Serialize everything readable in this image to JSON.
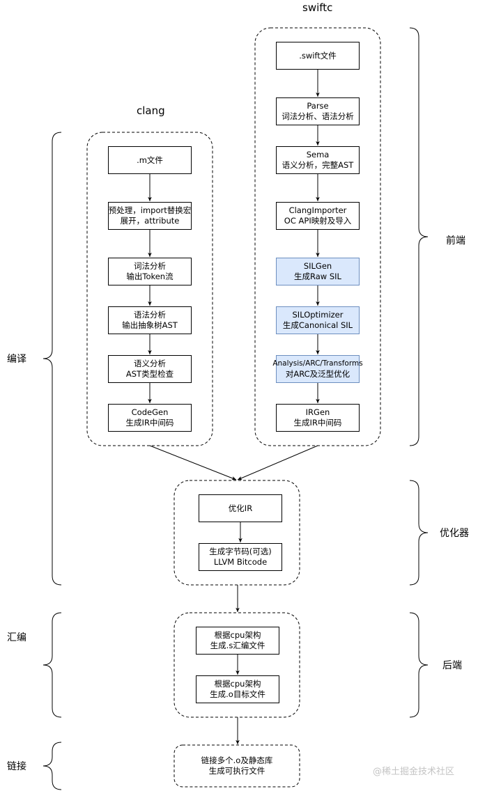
{
  "groups": {
    "clang": "clang",
    "swiftc": "swiftc"
  },
  "clang_nodes": [
    {
      "line1": ".m文件",
      "line2": ""
    },
    {
      "line1": "预处理，import替换宏",
      "line2": "展开，attribute"
    },
    {
      "line1": "词法分析",
      "line2": "输出Token流"
    },
    {
      "line1": "语法分析",
      "line2": "输出抽象树AST"
    },
    {
      "line1": "语义分析",
      "line2": "AST类型检查"
    },
    {
      "line1": "CodeGen",
      "line2": "生成IR中间码"
    }
  ],
  "swift_nodes": [
    {
      "line1": ".swift文件",
      "line2": ""
    },
    {
      "line1": "Parse",
      "line2": "词法分析、语法分析"
    },
    {
      "line1": "Sema",
      "line2": "语义分析，完整AST"
    },
    {
      "line1": "ClangImporter",
      "line2": "OC API映射及导入"
    },
    {
      "line1": "SILGen",
      "line2": "生成Raw SIL"
    },
    {
      "line1": "SILOptimizer",
      "line2": "生成Canonical SIL"
    },
    {
      "line1": "Analysis/ARC/Transforms",
      "line2": "对ARC及泛型优化"
    },
    {
      "line1": "IRGen",
      "line2": "生成IR中间码"
    }
  ],
  "optimizer_nodes": [
    {
      "line1": "优化IR",
      "line2": ""
    },
    {
      "line1": "生成字节码(可选)",
      "line2": "LLVM Bitcode"
    }
  ],
  "backend_nodes": [
    {
      "line1": "根据cpu架构",
      "line2": "生成.s汇编文件"
    },
    {
      "line1": "根据cpu架构",
      "line2": "生成.o目标文件"
    }
  ],
  "link_node": {
    "line1": "链接多个.o及静态库",
    "line2": "生成可执行文件"
  },
  "left_labels": {
    "compile": "编译",
    "assemble": "汇编",
    "link": "链接"
  },
  "right_labels": {
    "frontend": "前端",
    "optimizer": "优化器",
    "backend": "后端"
  },
  "watermark": "@稀土掘金技术社区",
  "colors": {
    "highlight_fill": "#dae8fc",
    "highlight_stroke": "#6c8ebf",
    "stroke": "#000000"
  }
}
